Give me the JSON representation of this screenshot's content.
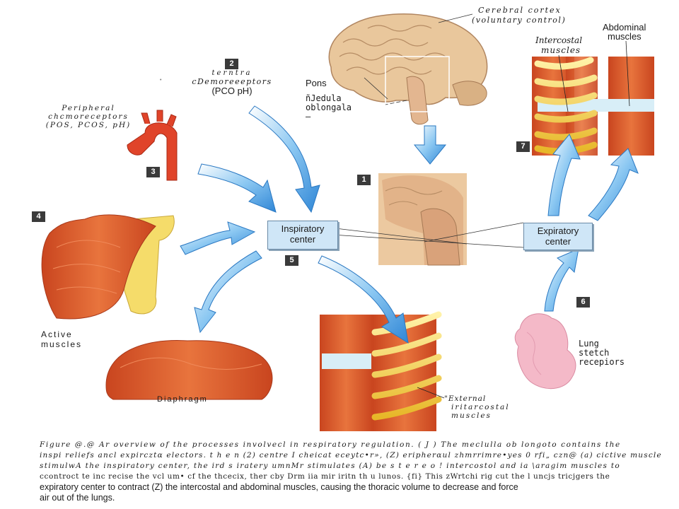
{
  "labels": {
    "cerebral_cortex": "Cerebral cortex",
    "voluntary_control": "(voluntary control)",
    "abdominal_line1": "Abdominal",
    "abdominal_line2": "muscles",
    "intercostal_line1": "Intercostal",
    "intercostal_line2": "muscles",
    "central_line1": "terntra",
    "central_line2": "cDemoreeeptors",
    "central_line3": "(PCO  pH)",
    "pons": "Pons",
    "medulla_line1": "ñJedula",
    "medulla_line2": "oblongala",
    "medulla_line3": "–",
    "peripheral_line1": "Peripheral",
    "peripheral_line2": "chcmoreceptors",
    "peripheral_line3": "(POS, PCOS, pH)",
    "active_line1": "Active",
    "active_line2": "muscles",
    "diaphragm": "Diaphragm",
    "lung_line1": "Lung",
    "lung_line2": "stetch",
    "lung_line3": "recepiors",
    "external_line1": "\"External",
    "external_line2": "iritarcostal",
    "external_line3": "muscles",
    "inspiratory_line1": "Inspiratory",
    "inspiratory_line2": "center",
    "expiratory_line1": "Expiratory",
    "expiratory_line2": "center",
    "dot_mark": "•"
  },
  "numbers": {
    "n1": "1",
    "n2": "2",
    "n3": "3",
    "n4": "4",
    "n5": "5",
    "n6": "6",
    "n7": "7"
  },
  "caption": {
    "line1": "Figure @.@    Ar  overview  of  the processes  involvecl  in  respiratory  regulation.  ( J ) The   meclulla  ob longoto  contains  the",
    "line2": "inspi reliefs  ancl  expircztα      electors.  t h e n   (2) centre I  cheicat eceytc•r»,  (Z)     eripherαul  zhmrrimre•yes 0    rfi„ czn@ (a)  cictive muscles",
    "line3": "stimulwA  the  inspiratory  center,  the ird s   iratery umnMr stimulates  (A) be   s t e r e o !  intercostol  and    ia   \\aragim  muscles  to",
    "line4": "ccontroct  te  inc recise  the  vcl um•  cf the  thcecix,  ther cby   Drm   iia   mir  iritn  th u lunos.  {fi} This zWrtchi rig  cut the    l uncjs  tricjgers  the",
    "line5": "expiratory center to contract (Z) the intercostal and abdominal muscles, causing the thoracic volume to decrease and force",
    "line6": "air out of the lungs."
  },
  "colors": {
    "arrow_blue": "#4a9fe0",
    "center_box": "#cfe6f7",
    "muscle_red": "#d9532b",
    "rib_yellow": "#f5d24a",
    "brain_tan": "#e9c79c",
    "aorta_red": "#e0442a",
    "lung_pink": "#f4b9c8"
  },
  "icons": [
    "brain-illustration",
    "aorta-illustration",
    "shoulder-muscle-illustration",
    "diaphragm-illustration",
    "ribcage-muscle-illustration",
    "lung-illustration",
    "brainstem-closeup-illustration"
  ]
}
